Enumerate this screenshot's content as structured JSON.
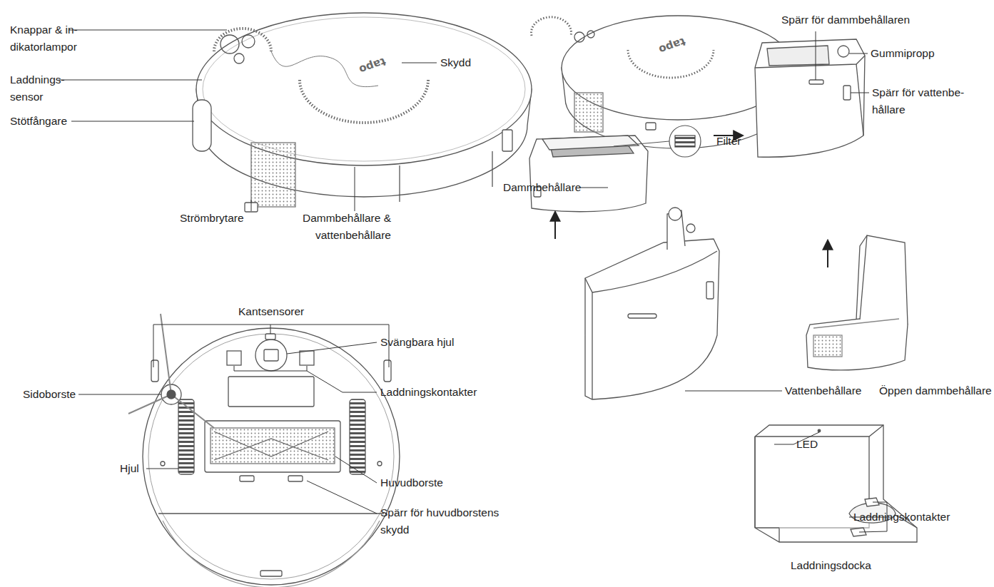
{
  "diagram": {
    "labels": [
      "Knappar & in- dikatorlampor",
      "Skydd",
      "Laddnings- sensor",
      "Stötfångare",
      "Strömbrytare",
      "Dammbehållare & vattenbehållare",
      "Spärr för dammbehållaren",
      "Gummipropp",
      "Spärr för vattenbe- hållare",
      "Filter",
      "Dammbehållare",
      "Vattenbehållare",
      "Öppen dammbehållare",
      "Kantsensorer",
      "Svängbara hjul",
      "Sidoborste",
      "Laddningskontakter",
      "Hjul",
      "Huvudborste",
      "Spärr för huvudborstens skydd",
      "LED",
      "Laddningskontakter",
      "Laddningsdocka",
      "tapo",
      "tapo"
    ]
  }
}
